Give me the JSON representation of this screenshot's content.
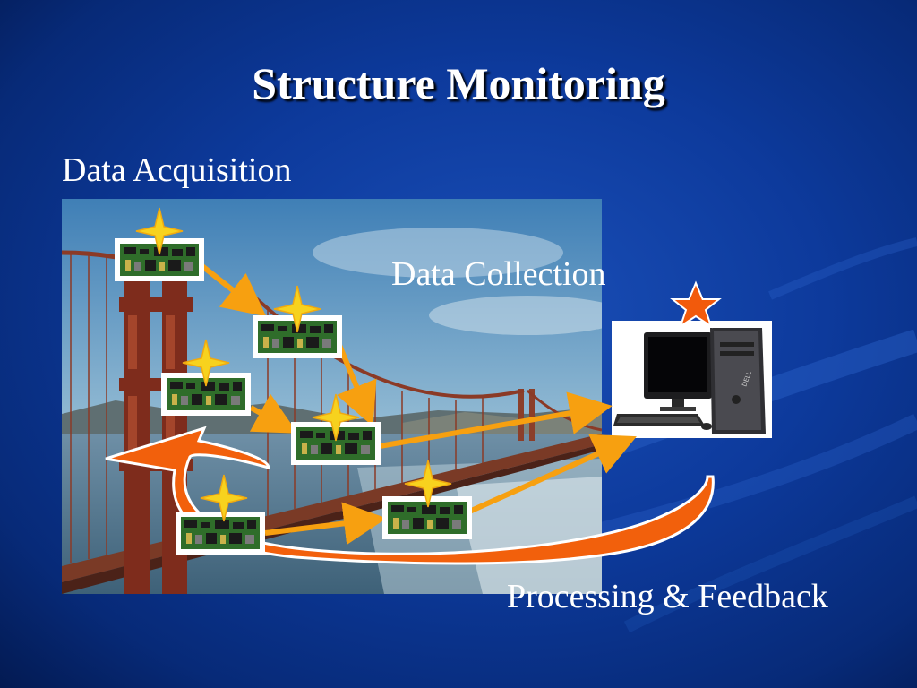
{
  "slide": {
    "title": "Structure Monitoring",
    "labels": {
      "acquisition": "Data Acquisition",
      "collection": "Data Collection",
      "processing": "Processing & Feedback"
    }
  },
  "colors": {
    "background": "#0d3a9c",
    "arrow": "#f7a010",
    "feedback_arrow": "#f2600c",
    "sparkle": "#f7d21e",
    "star": "#f25a0c"
  },
  "icons": [
    "sensor-board-icon",
    "sparkle-icon",
    "desktop-computer-icon",
    "star-icon",
    "bridge-photo"
  ]
}
